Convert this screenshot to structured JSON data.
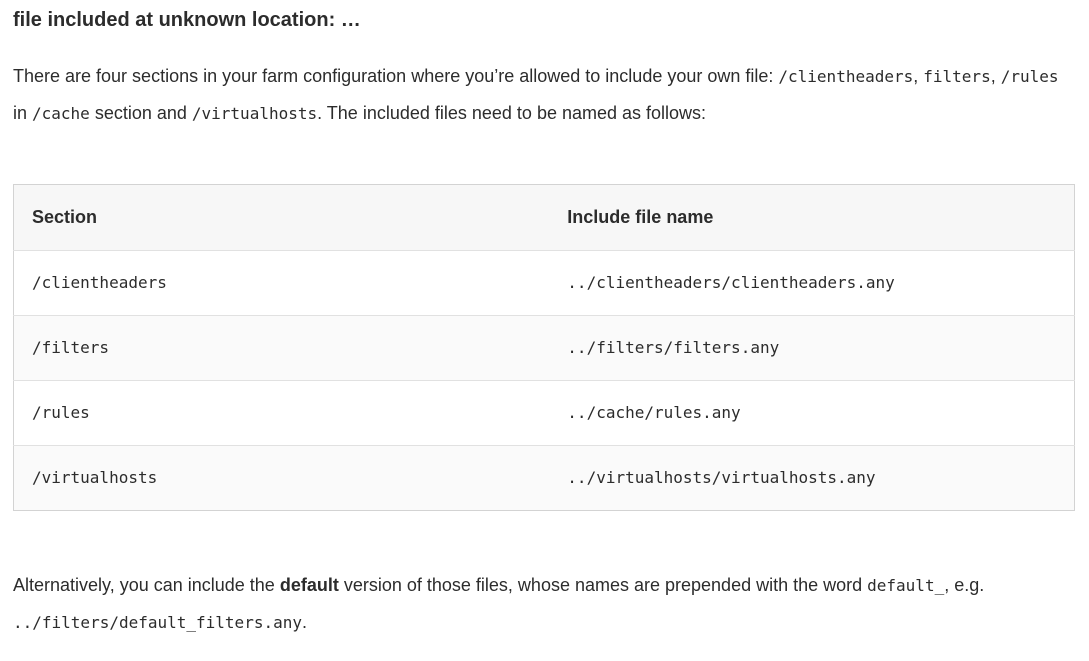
{
  "page": {
    "heading": "file included at unknown location: …"
  },
  "intro": {
    "t1": "There are four sections in your farm configuration where you’re allowed to include your own file: ",
    "c1": "/clientheaders",
    "t2": ", ",
    "c2": "filters",
    "t3": ", ",
    "c3": "/rules",
    "t4": " in ",
    "c4": "/cache",
    "t5": " section and ",
    "c5": "/virtualhosts",
    "t6": ". The included files need to be named as follows:"
  },
  "table": {
    "headers": [
      "Section",
      "Include file name"
    ],
    "rows": [
      {
        "section": "/clientheaders",
        "file": "../clientheaders/clientheaders.any"
      },
      {
        "section": "/filters",
        "file": "../filters/filters.any"
      },
      {
        "section": "/rules",
        "file": "../cache/rules.any"
      },
      {
        "section": "/virtualhosts",
        "file": "../virtualhosts/virtualhosts.any"
      }
    ]
  },
  "outro": {
    "t1": "Alternatively, you can include the ",
    "b1": "default",
    "t2": " version of those files, whose names are prepended with the word ",
    "c1": "default_",
    "t3": ", e.g. ",
    "c2": "../filters/default_filters.any",
    "t4": "."
  },
  "colors": {
    "text": "#2c2c2c",
    "table_outer_border": "#d3d3d3",
    "table_row_divider": "#e1e1e1",
    "table_header_bg": "#f7f7f7",
    "table_alt_row_bg": "#fafafa",
    "page_bg": "#ffffff"
  }
}
